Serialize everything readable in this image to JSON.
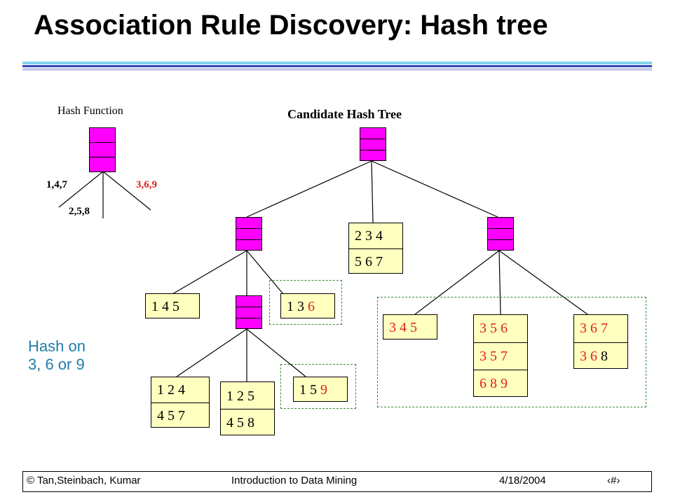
{
  "slide": {
    "title": "Association Rule Discovery: Hash tree",
    "hash_function_label": "Hash Function",
    "candidate_tree_label": "Candidate Hash Tree",
    "hash_on_line1": "Hash on",
    "hash_on_line2": "3, 6 or 9",
    "branch_labels": {
      "left": "1,4,7",
      "middle": "2,5,8",
      "right": "3,6,9"
    },
    "colors": {
      "accent": "#1e7ca8",
      "highlight": "#e02020",
      "node": "#ff00ff",
      "bucket": "#ffffc0",
      "dashed_group": "#3a8a3a"
    }
  },
  "buckets": {
    "b145": [
      {
        "plain": "1 4 5",
        "hl": ""
      }
    ],
    "b136": [
      {
        "plain": "1 3 ",
        "hl": "6"
      }
    ],
    "b234": [
      {
        "plain": "2 3 4",
        "hl": ""
      },
      {
        "plain": "5 6 7",
        "hl": ""
      }
    ],
    "b124": [
      {
        "plain": "1 2 4",
        "hl": ""
      },
      {
        "plain": "4 5 7",
        "hl": ""
      }
    ],
    "b125": [
      {
        "plain": "1 2 5",
        "hl": ""
      },
      {
        "plain": "4 5 8",
        "hl": ""
      }
    ],
    "b159": [
      {
        "plain": "1 5 ",
        "hl": "9"
      }
    ],
    "b345": [
      {
        "plain": "",
        "hl": "3 4 5"
      }
    ],
    "b356": [
      {
        "plain": "",
        "hl": "3 5 6"
      },
      {
        "plain": "",
        "hl": "3 5 7"
      },
      {
        "plain": "",
        "hl": "6 8 9"
      }
    ],
    "b367": [
      {
        "plain": "",
        "hl": "3 6 7"
      },
      {
        "plain": "3 6 8",
        "hl": "",
        "split": [
          "3 6",
          " 8"
        ]
      }
    ]
  },
  "footer": {
    "left": "© Tan,Steinbach, Kumar",
    "center": "Introduction to Data Mining",
    "date": "4/18/2004",
    "page": "‹#›"
  }
}
